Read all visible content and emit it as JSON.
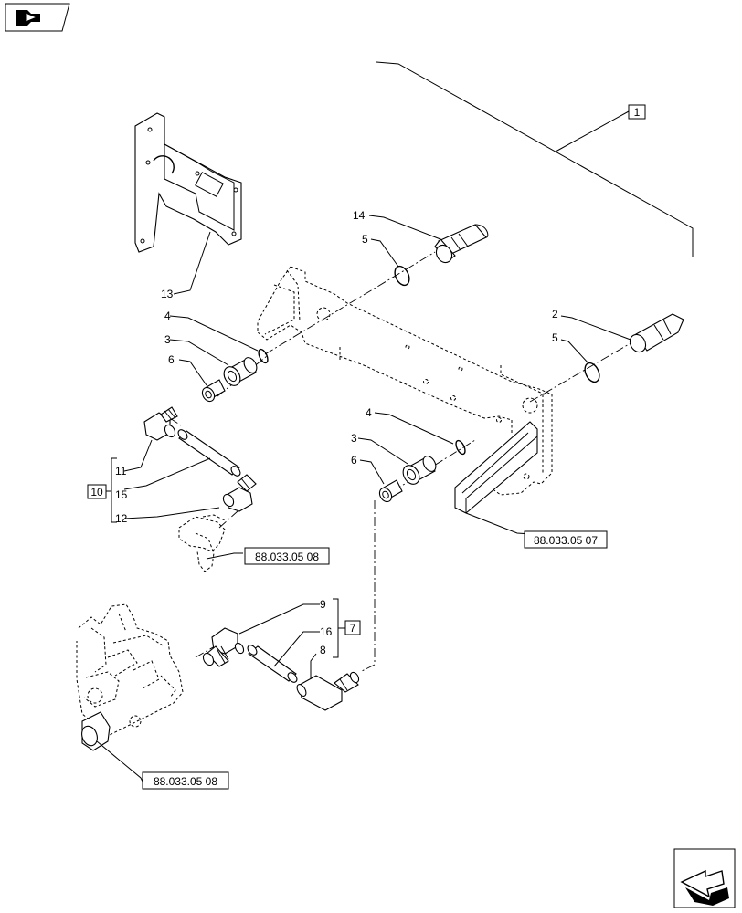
{
  "nav": {
    "prev_icon": "back-arrow-icon",
    "next_icon": "forward-arrow-icon"
  },
  "callouts": {
    "c1": "1",
    "c2": "2",
    "c3a": "3",
    "c3b": "3",
    "c4a": "4",
    "c4b": "4",
    "c5a": "5",
    "c5b": "5",
    "c6a": "6",
    "c6b": "6",
    "c7": "7",
    "c8": "8",
    "c9": "9",
    "c10": "10",
    "c11": "11",
    "c12": "12",
    "c13": "13",
    "c14": "14",
    "c15": "15",
    "c16": "16"
  },
  "references": {
    "ref_top": "88.033.05 08",
    "ref_right": "88.033.05 07",
    "ref_bottom": "88.033.05 08"
  }
}
